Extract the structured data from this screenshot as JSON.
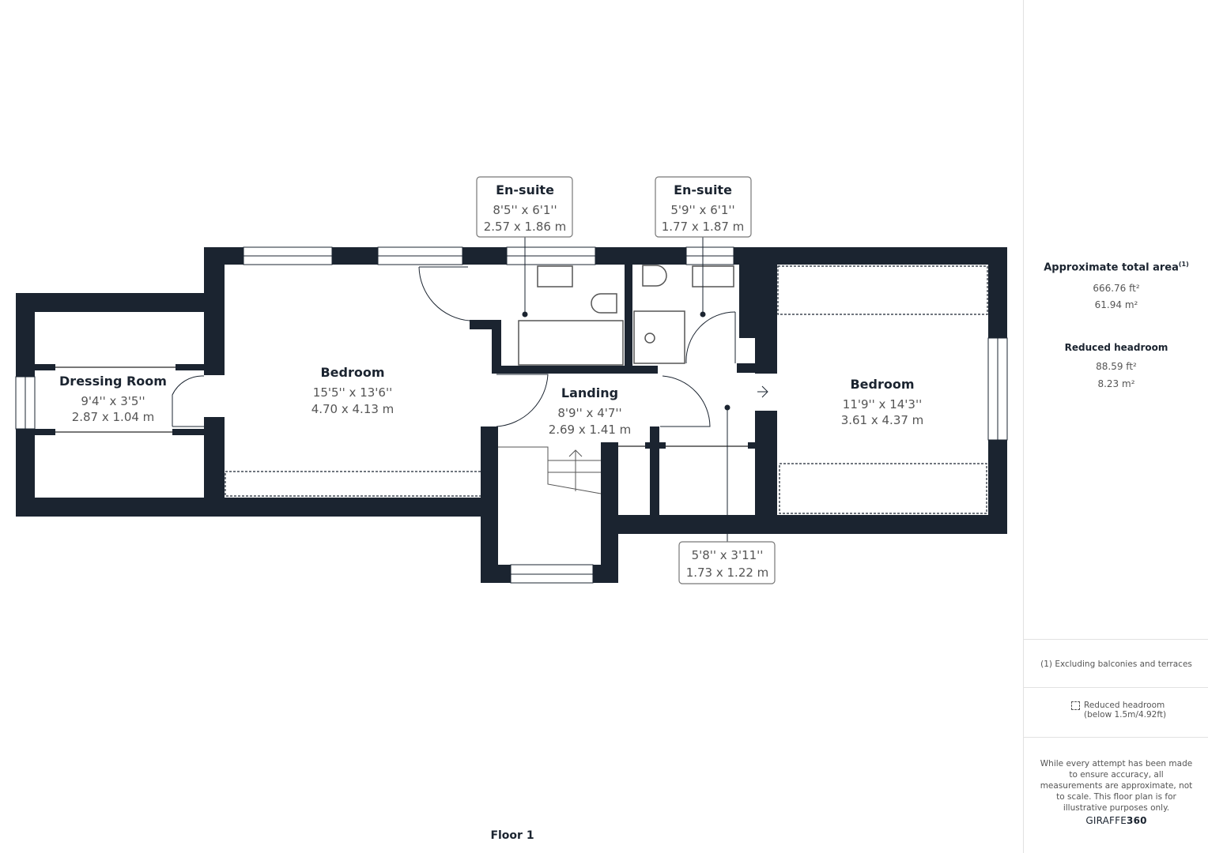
{
  "floor": {
    "title": "Floor 1"
  },
  "rooms": [
    {
      "id": "dressing-room",
      "name": "Dressing Room",
      "imperial": "9'4'' x 3'5''",
      "metric": "2.87 x 1.04 m"
    },
    {
      "id": "bedroom-1",
      "name": "Bedroom",
      "imperial": "15'5'' x 13'6''",
      "metric": "4.70 x 4.13 m"
    },
    {
      "id": "ensuite-1",
      "name": "En-suite",
      "imperial": "8'5'' x 6'1''",
      "metric": "2.57 x 1.86 m"
    },
    {
      "id": "ensuite-2",
      "name": "En-suite",
      "imperial": "5'9'' x 6'1''",
      "metric": "1.77 x 1.87 m"
    },
    {
      "id": "landing",
      "name": "Landing",
      "imperial": "8'9'' x 4'7''",
      "metric": "2.69 x 1.41 m"
    },
    {
      "id": "bedroom-2",
      "name": "Bedroom",
      "imperial": "11'9'' x 14'3''",
      "metric": "3.61 x 4.37 m"
    },
    {
      "id": "cupboard",
      "name": "",
      "imperial": "5'8'' x 3'11''",
      "metric": "1.73 x 1.22 m"
    }
  ],
  "sidebar": {
    "total_area_title": "Approximate total area",
    "total_area_sup": "(1)",
    "total_area_ft": "666.76 ft²",
    "total_area_m": "61.94 m²",
    "reduced_title": "Reduced headroom",
    "reduced_ft": "88.59 ft²",
    "reduced_m": "8.23 m²",
    "footnote": "(1) Excluding balconies and terraces",
    "legend_line1": "Reduced headroom",
    "legend_line2": "(below 1.5m/4.92ft)",
    "disclaimer": "While every attempt has been made to ensure accuracy, all measurements are approximate, not to scale. This floor plan is for illustrative purposes only.",
    "brand_main": "GIRAFFE",
    "brand_num": "360"
  },
  "colors": {
    "wall": "#1b2430",
    "text_secondary": "#555555",
    "divider": "#e2e2e2"
  }
}
